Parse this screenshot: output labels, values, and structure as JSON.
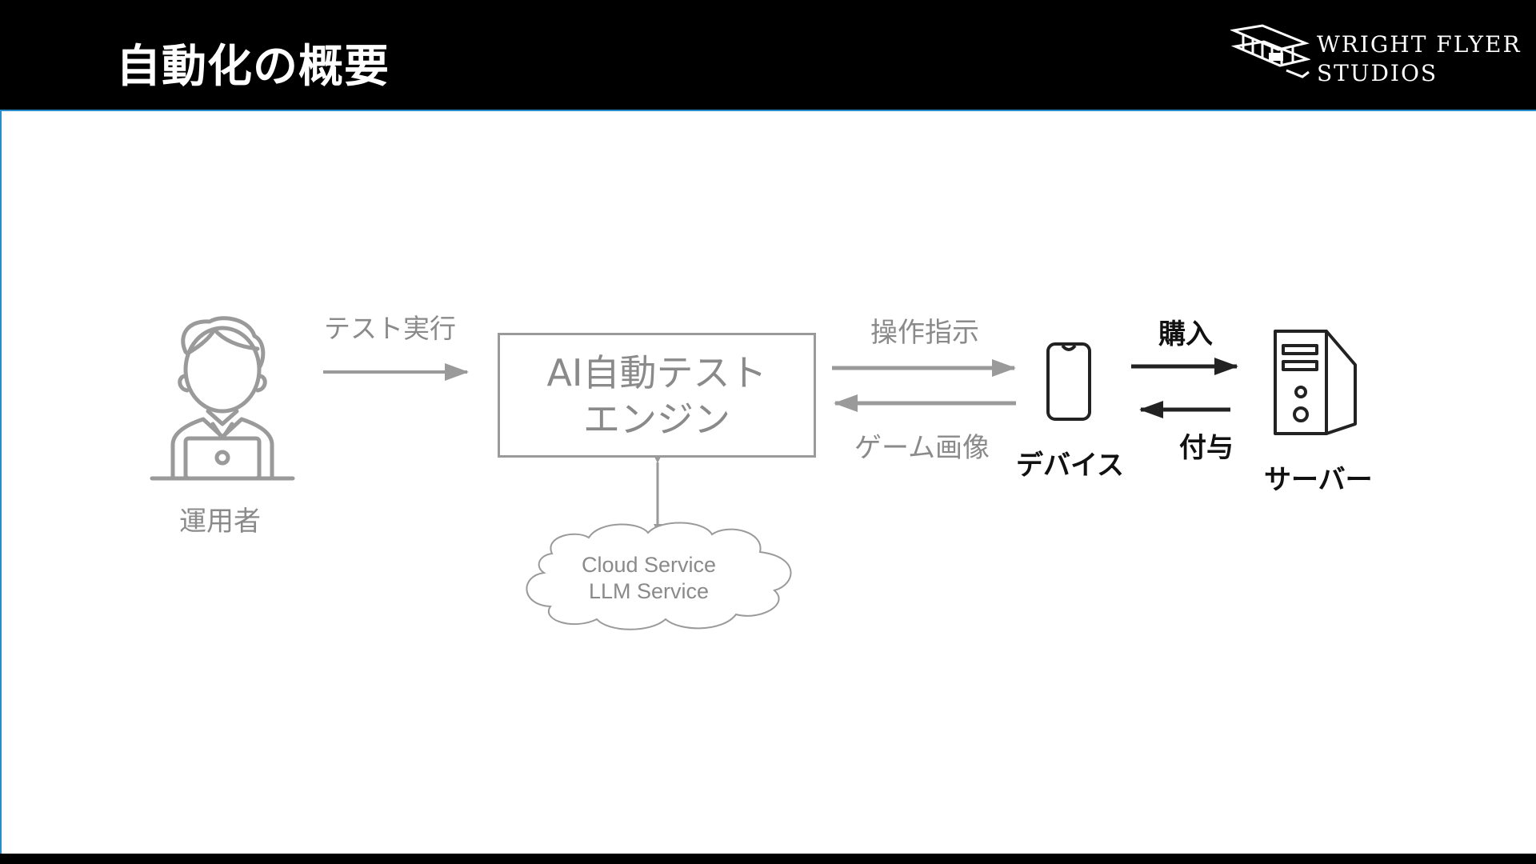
{
  "header": {
    "title": "自動化の概要",
    "logo_line1": "WRIGHT FLYER",
    "logo_line2": "STUDIOS"
  },
  "diagram": {
    "operator_label": "運用者",
    "test_exec_label": "テスト実行",
    "engine_line1": "AI自動テスト",
    "engine_line2": "エンジン",
    "operation_label": "操作指示",
    "game_image_label": "ゲーム画像",
    "device_label": "デバイス",
    "purchase_label": "購入",
    "grant_label": "付与",
    "server_label": "サーバー",
    "cloud_line1": "Cloud Service",
    "cloud_line2": "LLM Service"
  },
  "colors": {
    "header_bg": "#000000",
    "accent_border": "#2a8cc8",
    "muted_gray": "#8a8a8a",
    "dark": "#111111"
  }
}
